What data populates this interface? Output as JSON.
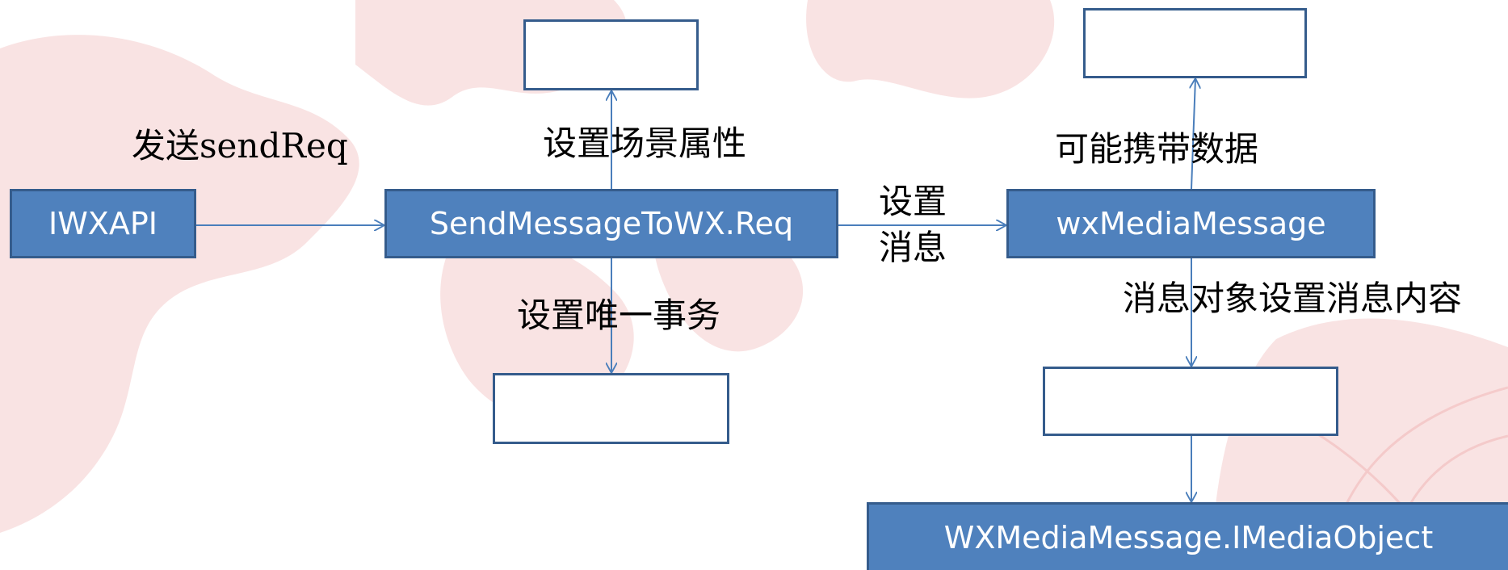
{
  "nodes": {
    "iwxapi": "IWXAPI",
    "send_req": "SendMessageToWX.Req",
    "media_message": "wxMediaMessage",
    "media_object": "WXMediaMessage.IMediaObject"
  },
  "labels": {
    "send": "发送sendReq",
    "set_scene": "设置场景属性",
    "set_transaction": "设置唯一事务",
    "set_message_line1": "设置",
    "set_message_line2": "消息",
    "carry_data": "可能携带数据",
    "set_content": "消息对象设置消息内容"
  },
  "colors": {
    "box_fill": "#4f81bd",
    "box_border": "#355c8c",
    "arrow": "#4a7ebb",
    "map_tint": "#f6d3d3"
  }
}
